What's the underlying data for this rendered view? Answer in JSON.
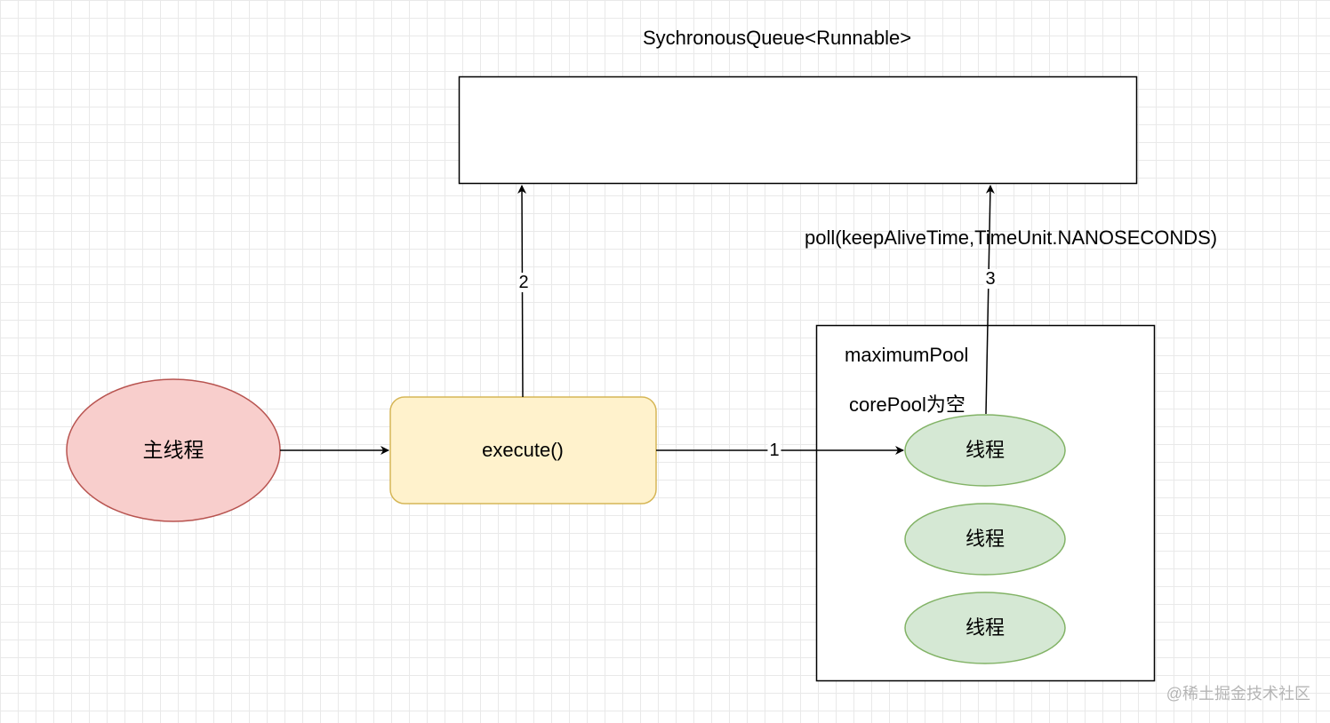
{
  "queue": {
    "title": "SychronousQueue<Runnable>"
  },
  "main_thread": {
    "label": "主线程",
    "fill": "#f8cecc",
    "stroke": "#b85450"
  },
  "execute": {
    "label": "execute()",
    "fill": "#fff2cc",
    "stroke": "#d6b656"
  },
  "pool": {
    "maximum_label": "maximumPool",
    "core_label": "corePool为空",
    "threads": [
      "线程",
      "线程",
      "线程"
    ],
    "thread_fill": "#d5e8d4",
    "thread_stroke": "#82b366"
  },
  "edges": {
    "e1_label": "1",
    "e2_label": "2",
    "e3_label": "3",
    "poll_label": "poll(keepAliveTime,TimeUnit.NANOSECONDS)"
  },
  "watermark": "@稀土掘金技术社区"
}
